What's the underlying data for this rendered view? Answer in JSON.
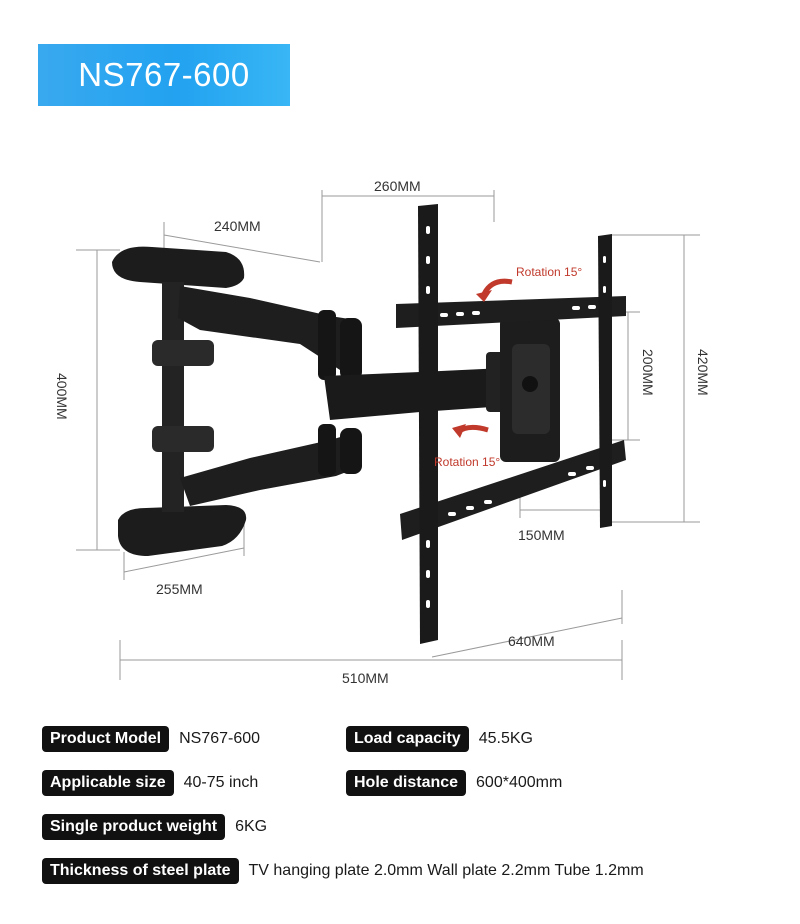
{
  "title": "NS767-600",
  "dimensions": {
    "d260": "260MM",
    "d240": "240MM",
    "d400": "400MM",
    "d420": "420MM",
    "d200": "200MM",
    "d150": "150MM",
    "d255": "255MM",
    "d640": "640MM",
    "d510": "510MM"
  },
  "rotation": {
    "top": "Rotation 15°",
    "bottom": "Rotation 15°"
  },
  "specs": {
    "model_label": "Product Model",
    "model_value": "NS767-600",
    "load_label": "Load capacity",
    "load_value": "45.5KG",
    "size_label": "Applicable size",
    "size_value": "40-75 inch",
    "hole_label": "Hole distance",
    "hole_value": "600*400mm",
    "weight_label": "Single product weight",
    "weight_value": "6KG",
    "thickness_label": "Thickness of steel plate",
    "thickness_value": "TV hanging plate 2.0mm Wall plate 2.2mm Tube 1.2mm"
  },
  "colors": {
    "badge": "#22a2f0",
    "metal": "#1c1c1c",
    "rotation_arrow": "#c0392b"
  }
}
